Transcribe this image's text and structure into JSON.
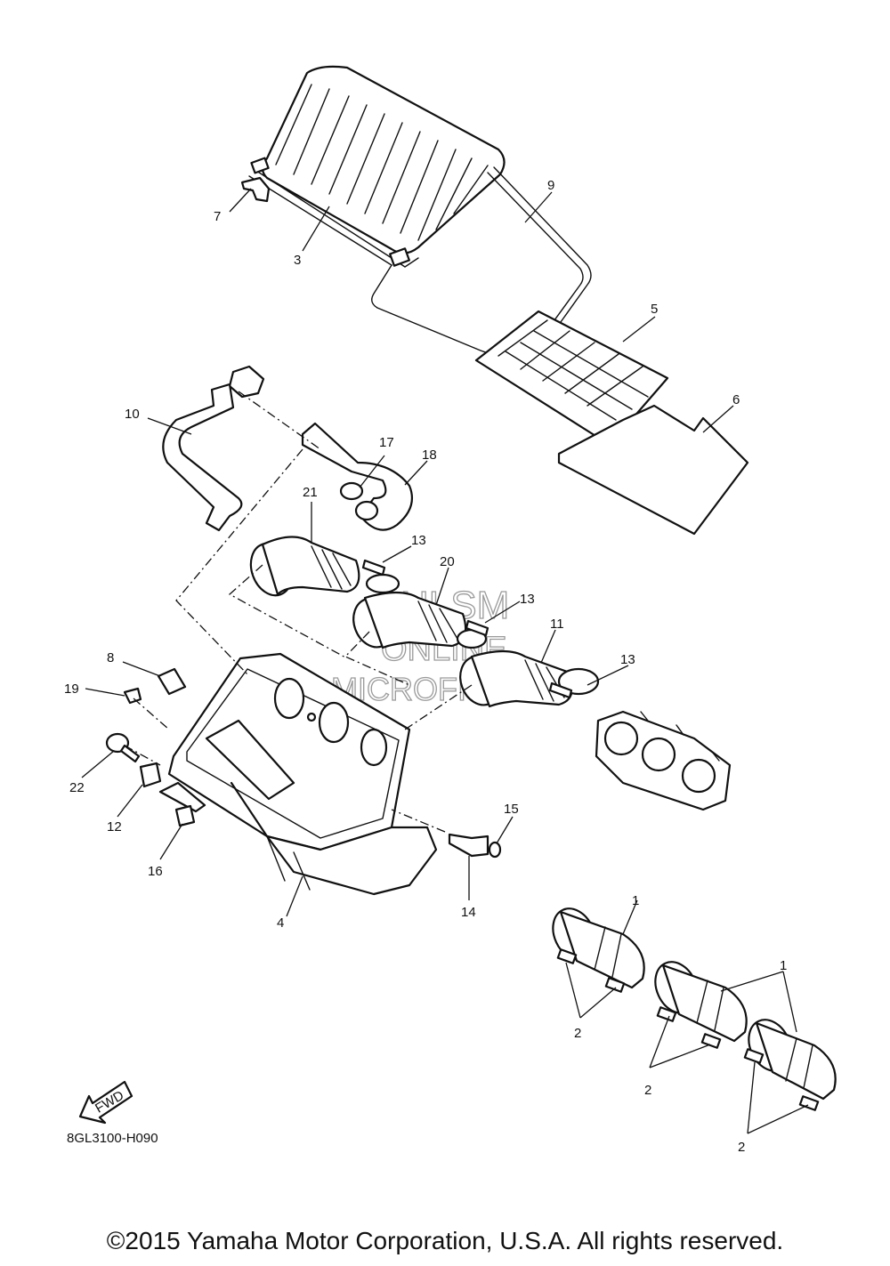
{
  "diagram": {
    "code": "8GL3100-H090",
    "copyright": "©2015 Yamaha Motor Corporation, U.S.A. All rights reserved.",
    "fwd_label": "FWD",
    "watermark": [
      "HLSM",
      "ONLINE",
      "MICROFICHE"
    ]
  },
  "callouts": [
    {
      "id": "c1a",
      "label": "1"
    },
    {
      "id": "c1b",
      "label": "1"
    },
    {
      "id": "c2a",
      "label": "2"
    },
    {
      "id": "c2b",
      "label": "2"
    },
    {
      "id": "c2c",
      "label": "2"
    },
    {
      "id": "c3",
      "label": "3"
    },
    {
      "id": "c4",
      "label": "4"
    },
    {
      "id": "c5",
      "label": "5"
    },
    {
      "id": "c6",
      "label": "6"
    },
    {
      "id": "c7",
      "label": "7"
    },
    {
      "id": "c8",
      "label": "8"
    },
    {
      "id": "c9",
      "label": "9"
    },
    {
      "id": "c10",
      "label": "10"
    },
    {
      "id": "c11",
      "label": "11"
    },
    {
      "id": "c12",
      "label": "12"
    },
    {
      "id": "c13a",
      "label": "13"
    },
    {
      "id": "c13b",
      "label": "13"
    },
    {
      "id": "c13c",
      "label": "13"
    },
    {
      "id": "c14",
      "label": "14"
    },
    {
      "id": "c15",
      "label": "15"
    },
    {
      "id": "c16",
      "label": "16"
    },
    {
      "id": "c17",
      "label": "17"
    },
    {
      "id": "c18",
      "label": "18"
    },
    {
      "id": "c19",
      "label": "19"
    },
    {
      "id": "c20",
      "label": "20"
    },
    {
      "id": "c21",
      "label": "21"
    },
    {
      "id": "c22",
      "label": "22"
    }
  ]
}
